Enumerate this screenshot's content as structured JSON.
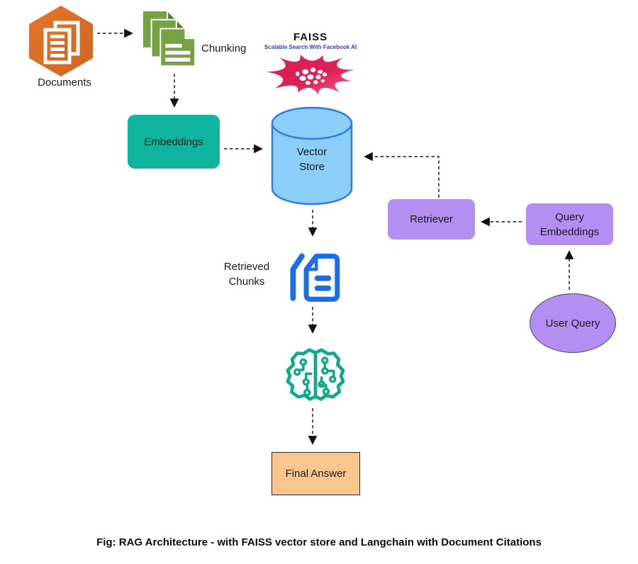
{
  "caption": "Fig: RAG Architecture - with FAISS vector store and Langchain with Document Citations",
  "nodes": {
    "documents": {
      "label": "Documents",
      "icon": "documents-hexagon-icon"
    },
    "chunking": {
      "label": "Chunking",
      "icon": "stacked-pages-icon"
    },
    "faiss": {
      "title": "FAISS",
      "subtitle": "Scalable Search With Facebook AI",
      "icon": "faiss-neural-web-icon"
    },
    "embeddings": {
      "label": "Embeddings"
    },
    "vector_store": {
      "label": "Vector Store",
      "icon": "database-cylinder"
    },
    "retriever": {
      "label": "Retriever"
    },
    "query_embeddings": {
      "label": "Query Embeddings"
    },
    "user_query": {
      "label": "User Query"
    },
    "retrieved_chunks": {
      "label": "Retrieved Chunks",
      "icon": "document-outline-icon"
    },
    "llm": {
      "icon": "brain-circuit-icon"
    },
    "final_answer": {
      "label": "Final Answer"
    }
  },
  "colors": {
    "hexagon_orange": "#E2762B",
    "hexagon_orange_dark": "#D2651F",
    "pages_green": "#76A243",
    "pages_green_dark": "#55802A",
    "embeddings_teal": "#10B5A0",
    "cylinder_fill": "#8BCFF9",
    "cylinder_stroke": "#2E7CE0",
    "purple_fill": "#B38FF2",
    "peach_fill": "#F9C68F",
    "doc_icon_blue": "#1C6EE8",
    "brain_teal": "#12A88B",
    "faiss_pink": "#DC1F56",
    "faiss_pink_light": "#F4598A",
    "faiss_subtitle_blue": "#2B3EC5",
    "arrow_color": "#3A3A3A",
    "text_color": "#1A1A1A"
  }
}
